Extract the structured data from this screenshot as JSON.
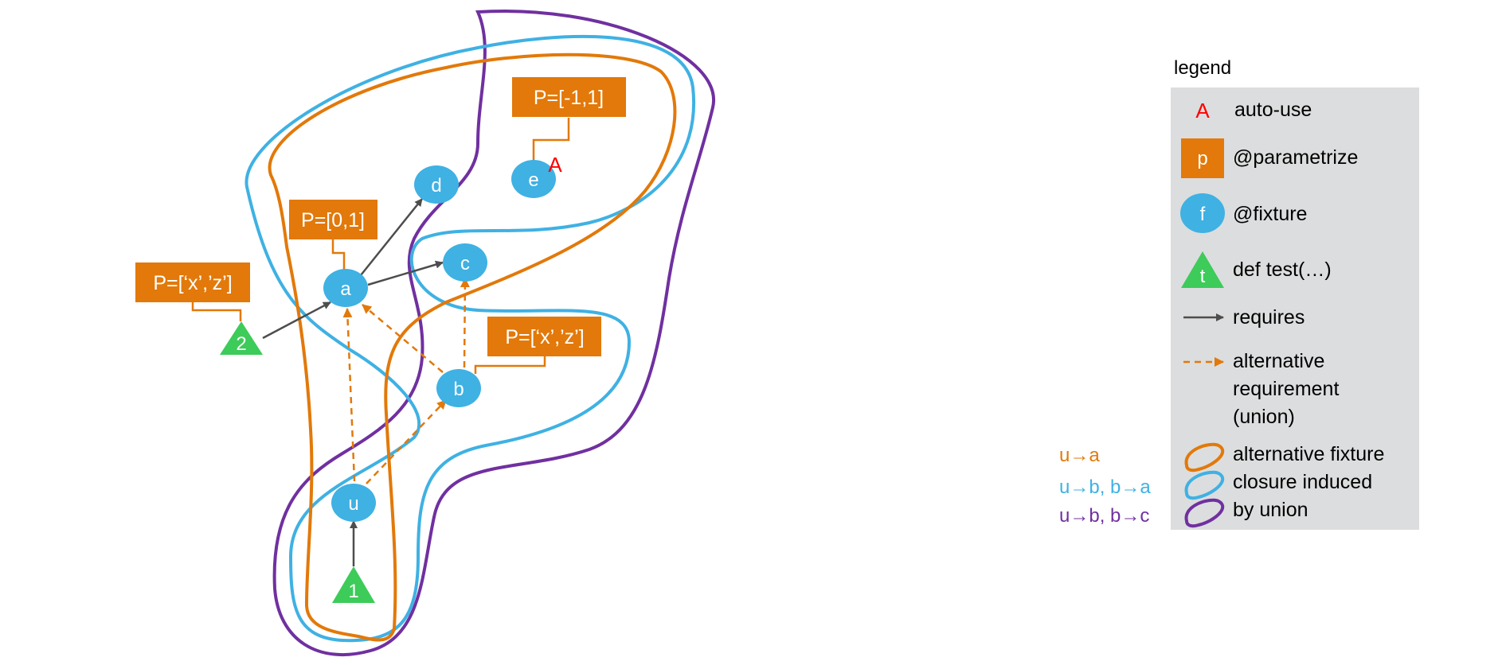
{
  "colors": {
    "orange": "#E2790A",
    "blue": "#3FB1E3",
    "purple": "#7030A0",
    "green": "#3DCB5A",
    "gray_arrow": "#4D4D4D",
    "legend_bg": "#DCDDDE",
    "autouse_red": "#FF0000"
  },
  "nodes": {
    "a": "a",
    "b": "b",
    "c": "c",
    "d": "d",
    "e": "e",
    "u": "u"
  },
  "tests": {
    "t1": "1",
    "t2": "2"
  },
  "params": {
    "e": "P=[-1,1]",
    "a": "P=[0,1]",
    "t2": "P=[‘x’,’z’]",
    "b": "P=[‘x’,’z’]"
  },
  "autouse_mark": "A",
  "legend": {
    "title": "legend",
    "autouse_symbol": "A",
    "autouse_label": "auto-use",
    "parametrize_symbol": "p",
    "parametrize_label": "@parametrize",
    "fixture_symbol": "f",
    "fixture_label": "@fixture",
    "test_symbol": "t",
    "test_label": "def test(…)",
    "requires_label": "requires",
    "alt_label_1": "alternative",
    "alt_label_2": "requirement",
    "alt_label_3": "(union)",
    "union_label_1": "alternative fixture",
    "union_label_2": "closure induced",
    "union_label_3": "by union"
  },
  "unions": {
    "orange": "u→a",
    "blue": "u→b, b→a",
    "purple": "u→b, b→c"
  }
}
